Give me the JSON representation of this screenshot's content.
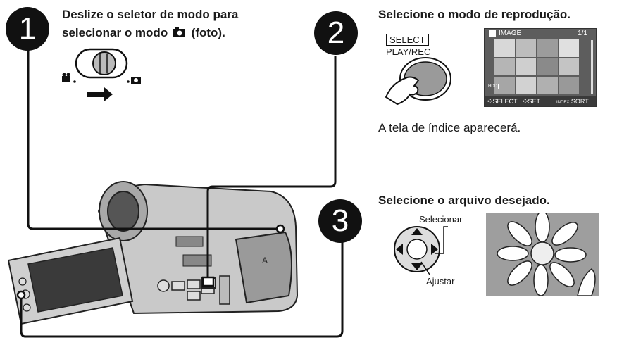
{
  "steps": [
    {
      "number": "1",
      "text_line1": "Deslize o seletor de modo para",
      "text_line2_before": "selecionar o modo",
      "text_line2_after": "(foto)."
    },
    {
      "number": "2",
      "text": "Selecione o modo de reprodução."
    },
    {
      "number": "3",
      "text": "Selecione o arquivo desejado."
    }
  ],
  "step2": {
    "select_label": "SELECT",
    "playrec_label": "PLAY/REC",
    "note": "A tela de índice aparecerá.",
    "screen": {
      "title": "IMAGE",
      "page": "1/1",
      "hdd_badge": "HDD",
      "footer_select": "SELECT",
      "footer_set": "SET",
      "footer_index": "INDEX",
      "footer_sort": "SORT"
    }
  },
  "step3": {
    "label_select": "Selecionar",
    "label_adjust": "Ajustar"
  },
  "icons": [
    "camera-icon",
    "video-icon",
    "arrow-right-icon",
    "hand-pointer-icon",
    "dpad-icon"
  ]
}
